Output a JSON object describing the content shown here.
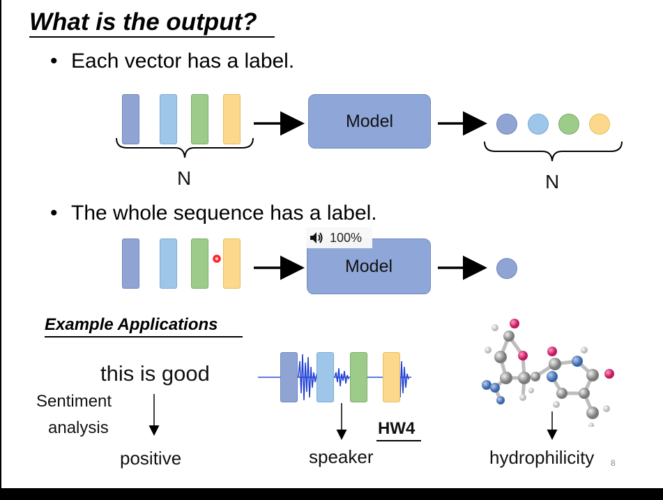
{
  "slide": {
    "title": "What is the output?",
    "bullet1": "Each vector has a label.",
    "bullet2": "The whole sequence has a label.",
    "model_label": "Model",
    "n_label": "N",
    "section_title": "Example Applications",
    "apps": {
      "sentiment_input": "this is good",
      "sentiment_name_line1": "Sentiment",
      "sentiment_name_line2": "analysis",
      "sentiment_output": "positive",
      "hw_label": "HW4",
      "speaker_output": "speaker",
      "molecule_output": "hydrophilicity",
      "page_number": "8"
    }
  },
  "overlay": {
    "volume_icon": "speaker-icon",
    "volume_level": "100%"
  },
  "colors": {
    "vec_blue": "#8fa4d3",
    "vec_light_blue": "#9ec6e9",
    "vec_green": "#9ccb8a",
    "vec_yellow": "#fcd88c",
    "model_fill": "#8ea6d8"
  }
}
